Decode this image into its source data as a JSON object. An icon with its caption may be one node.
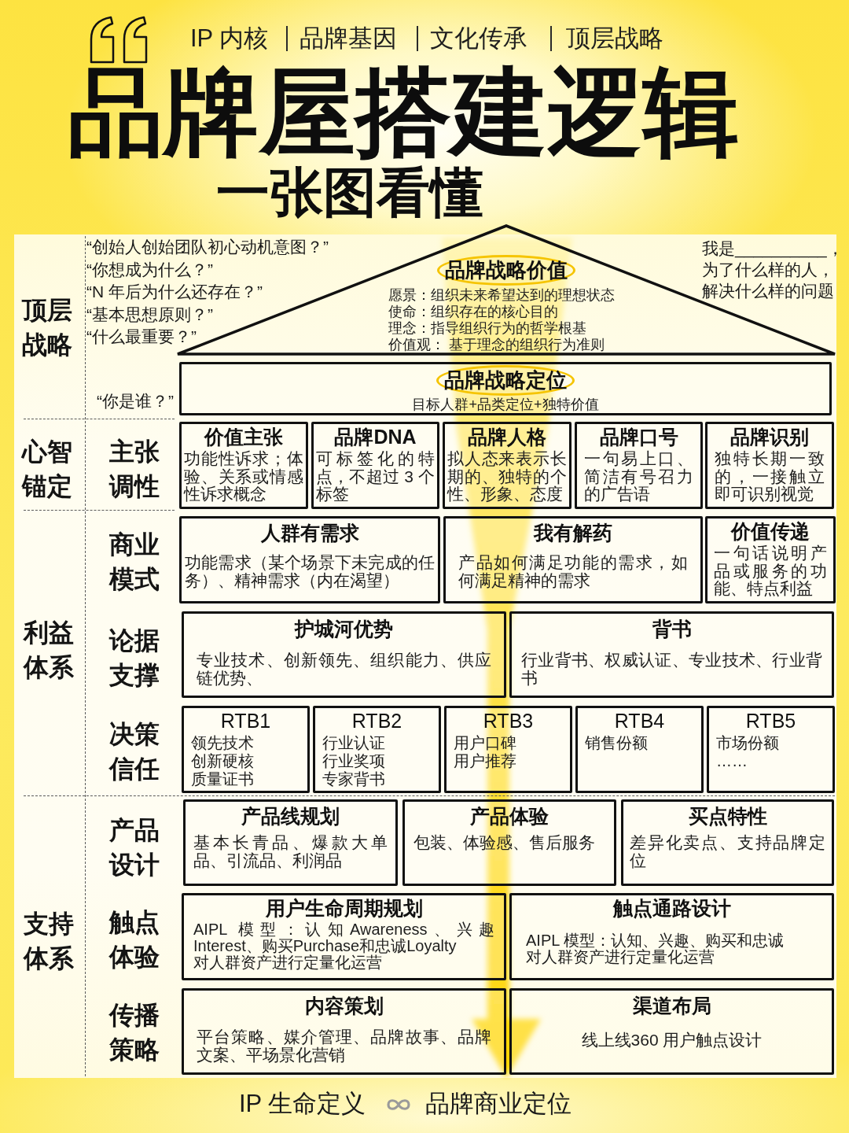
{
  "diagram": {
    "title": "品牌屋搭建逻辑",
    "nodes": [
      {
        "text": [
          "品牌战略价值",
          "愿景：组织未来希望达到的理想状态",
          "使命：组织存在的核心目的",
          "理念：指导组织行为的哲学根基",
          "价值观： 基于理念的组织行为准则"
        ]
      },
      {
        "text": [
          "品牌战略定位",
          "目标人群+品类定位+独特价值"
        ]
      },
      {
        "text": [
          "价值主张",
          "功能性诉求；体验、关系或情感性诉求概念"
        ]
      },
      {
        "text": [
          "品牌DNA",
          "可标签化的特点，不超过 3 个标签"
        ]
      },
      {
        "text": [
          "品牌人格",
          "拟人态来表示长期的、独特的个性、形象、态度"
        ]
      },
      {
        "text": [
          "品牌口号",
          "一句易上口、简洁有号召力的广告语"
        ]
      },
      {
        "text": [
          "品牌识别",
          "独特长期一致的，一接触立即可识别视觉"
        ]
      },
      {
        "text": [
          "人群有需求",
          "功能需求（某个场景下未完成的任务）、精神需求（内在渴望）"
        ]
      },
      {
        "text": [
          "我有解药",
          "产品如何满足功能的需求，如何满足精神的需求"
        ]
      },
      {
        "text": [
          "价值传递",
          "一句话说明产品或服务的功能、特点利益"
        ]
      },
      {
        "text": [
          "护城河优势",
          "专业技术、创新领先、组织能力、供应链优势、"
        ]
      },
      {
        "text": [
          "背书",
          "行业背书、权威认证、专业技术、行业背书"
        ]
      },
      {
        "text": [
          "RTB1",
          "领先技术",
          "创新硬核",
          "质量证书"
        ]
      },
      {
        "text": [
          "RTB2",
          "行业认证",
          "行业奖项",
          "专家背书"
        ]
      },
      {
        "text": [
          "RTB3",
          "用户口碑",
          "用户推荐"
        ]
      },
      {
        "text": [
          "RTB4",
          "销售份额"
        ]
      },
      {
        "text": [
          "RTB5",
          "市场份额",
          "……"
        ]
      },
      {
        "text": [
          "产品线规划",
          "基本长青品、爆款大单品、引流品、利润品"
        ]
      },
      {
        "text": [
          "产品体验",
          "包装、体验感、售后服务"
        ]
      },
      {
        "text": [
          "买点特性",
          "差异化卖点、支持品牌定位"
        ]
      },
      {
        "text": [
          "用户生命周期规划",
          "AIPL 模型：认知Awareness、兴趣Interest、购买Purchase和忠诚Loyalty",
          "对人群资产进行定量化运营"
        ]
      },
      {
        "text": [
          "触点通路设计",
          "AIPL 模型：认知、兴趣、购买和忠诚",
          "对人群资产进行定量化运营"
        ]
      },
      {
        "text": [
          "内容策划",
          "平台策略、媒介管理、品牌故事、品牌文案、平场景化营销"
        ]
      },
      {
        "text": [
          "渠道布局",
          "线上线360 用户触点设计"
        ]
      }
    ],
    "labels": [
      "IP 内核",
      "品牌基因",
      "文化传承",
      "顶层战略",
      "一张图看懂",
      "顶层战略",
      "“创始人创始团队初心动机意图？”",
      "“你想成为什么？”",
      "“N 年后为什么还存在？”",
      "“基本思想原则？”",
      "“什么最重要？”",
      "我是__________，为了什么样的人，解决什么样的问题",
      "“你是谁？”",
      "心智锚定",
      "主张调性",
      "商业模式",
      "利益体系",
      "论据支撑",
      "决策信任",
      "支持体系",
      "产品设计",
      "触点体验",
      "传播策略",
      "IP 生命定义",
      "品牌商业定位"
    ]
  }
}
